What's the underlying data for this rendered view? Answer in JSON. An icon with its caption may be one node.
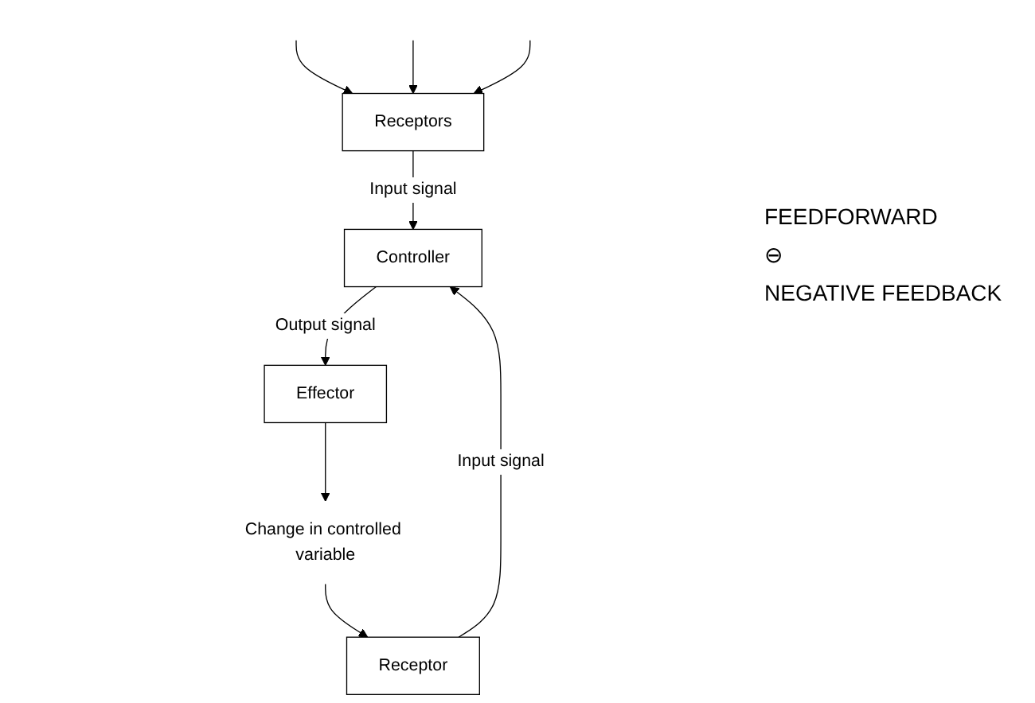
{
  "diagram": {
    "nodes": [
      {
        "text": [
          "Receptors"
        ]
      },
      {
        "text": [
          "Receptor"
        ]
      },
      {
        "text": [
          "Controller"
        ]
      },
      {
        "text": [
          "Effector"
        ]
      },
      {
        "text": [
          "Change in controlled variable"
        ]
      }
    ],
    "edges": [
      {
        "from": null,
        "to": 0,
        "arrow": "to"
      },
      {
        "from": null,
        "to": 0,
        "arrow": "to"
      },
      {
        "from": null,
        "to": 0,
        "arrow": "to"
      },
      {
        "from": 0,
        "to": 2,
        "arrow": "to",
        "label": "Input signal"
      },
      {
        "from": 1,
        "to": 2,
        "arrow": "to",
        "label": "Input signal"
      },
      {
        "from": 2,
        "to": 3,
        "arrow": "to",
        "label": "Output signal"
      },
      {
        "from": 3,
        "to": 4,
        "arrow": "to"
      },
      {
        "from": 4,
        "to": 1,
        "arrow": "to"
      }
    ],
    "labels": [
      "FEEDFORWARD",
      "⊖",
      "NEGATIVE FEEDBACK"
    ]
  }
}
